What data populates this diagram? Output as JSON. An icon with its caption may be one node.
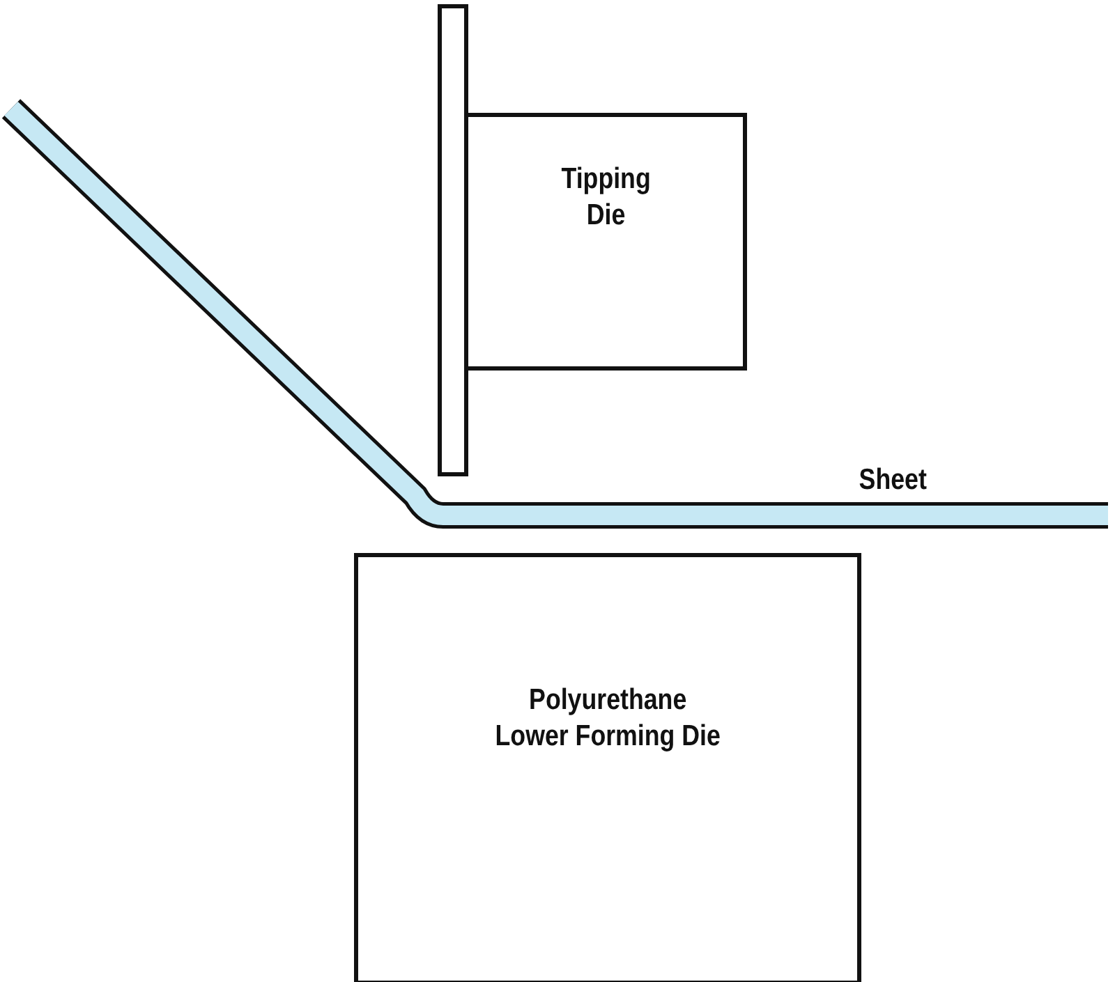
{
  "diagram": {
    "nodes": [
      {
        "text": [],
        "shape": "bar"
      },
      {
        "text": [
          "Tipping Die"
        ]
      },
      {
        "text": [
          "Polyurethane Lower Forming Die"
        ]
      }
    ],
    "labels": [
      "Sheet"
    ]
  }
}
